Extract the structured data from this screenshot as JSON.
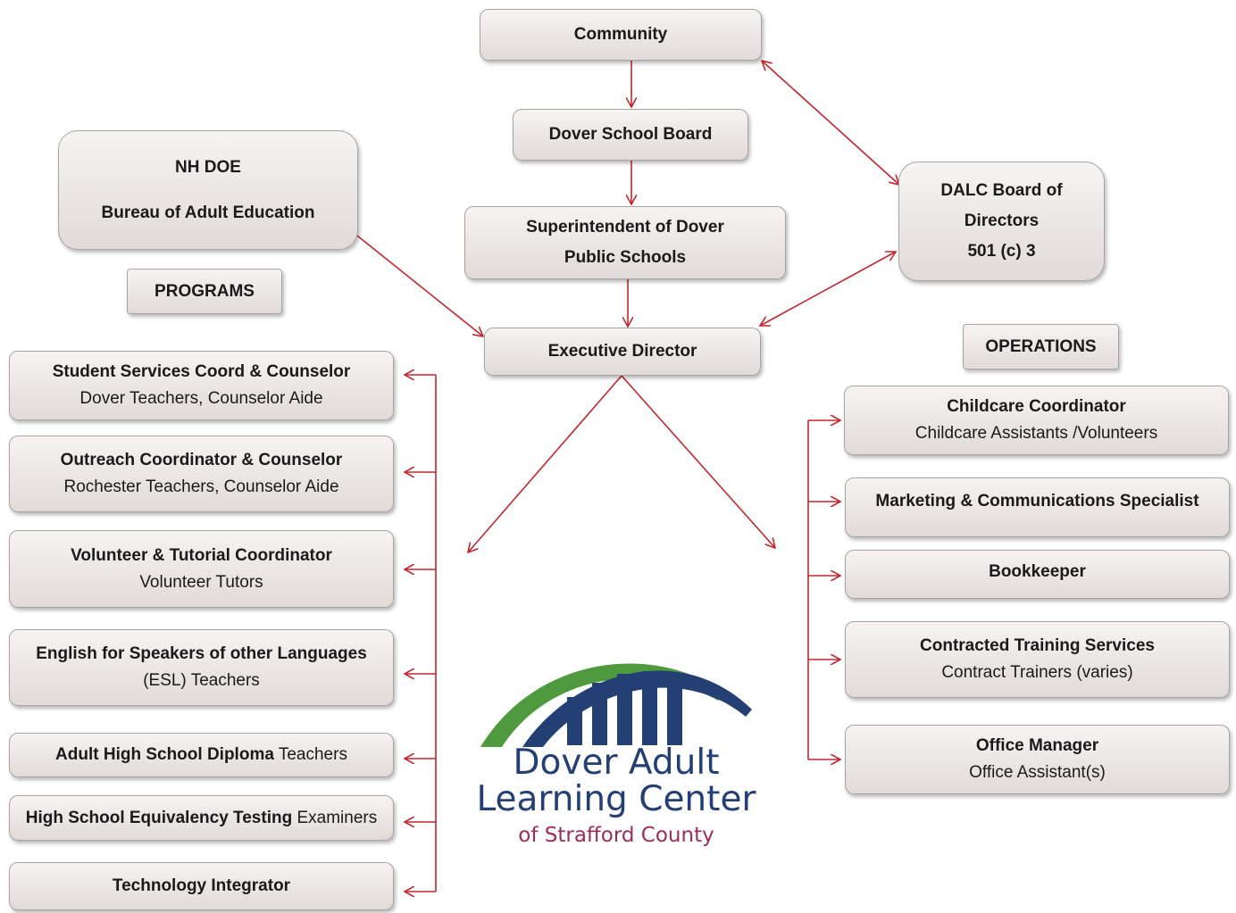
{
  "colors": {
    "connector": "#c0272d",
    "logo_navy": "#233f74",
    "logo_green": "#4f9a3f",
    "logo_maroon": "#9a2f52"
  },
  "top": {
    "community": "Community",
    "school_board": "Dover School Board",
    "superintendent_line1": "Superintendent of Dover",
    "superintendent_line2": "Public Schools",
    "executive_director": "Executive Director"
  },
  "nhdoe": {
    "line1": "NH DOE",
    "line2": "Bureau of Adult Education"
  },
  "dalc": {
    "line1": "DALC Board of",
    "line2": "Directors",
    "line3": "501 (c) 3"
  },
  "headers": {
    "programs": "PROGRAMS",
    "operations": "OPERATIONS"
  },
  "programs": [
    {
      "title": "Student Services Coord & Counselor",
      "sub": "Dover Teachers, Counselor Aide"
    },
    {
      "title": "Outreach Coordinator & Counselor",
      "sub": "Rochester Teachers, Counselor Aide"
    },
    {
      "title": "Volunteer & Tutorial Coordinator",
      "sub": "Volunteer Tutors"
    },
    {
      "title": "English for Speakers of other Languages",
      "sub": "(ESL) Teachers"
    },
    {
      "title": "Adult High School Diploma",
      "sub": " Teachers"
    },
    {
      "title": "High School Equivalency Testing",
      "sub": " Examiners"
    },
    {
      "title": "Technology Integrator",
      "sub": ""
    }
  ],
  "operations": [
    {
      "title": "Childcare Coordinator",
      "sub": "Childcare Assistants /Volunteers"
    },
    {
      "title": "Marketing & Communications Specialist",
      "sub": ""
    },
    {
      "title": "Bookkeeper",
      "sub": ""
    },
    {
      "title": "Contracted Training Services",
      "sub": "Contract Trainers (varies)"
    },
    {
      "title": "Office Manager",
      "sub": "Office Assistant(s)"
    }
  ],
  "logo": {
    "line1": "Dover Adult",
    "line2": "Learning Center",
    "line3": "of Strafford County"
  }
}
